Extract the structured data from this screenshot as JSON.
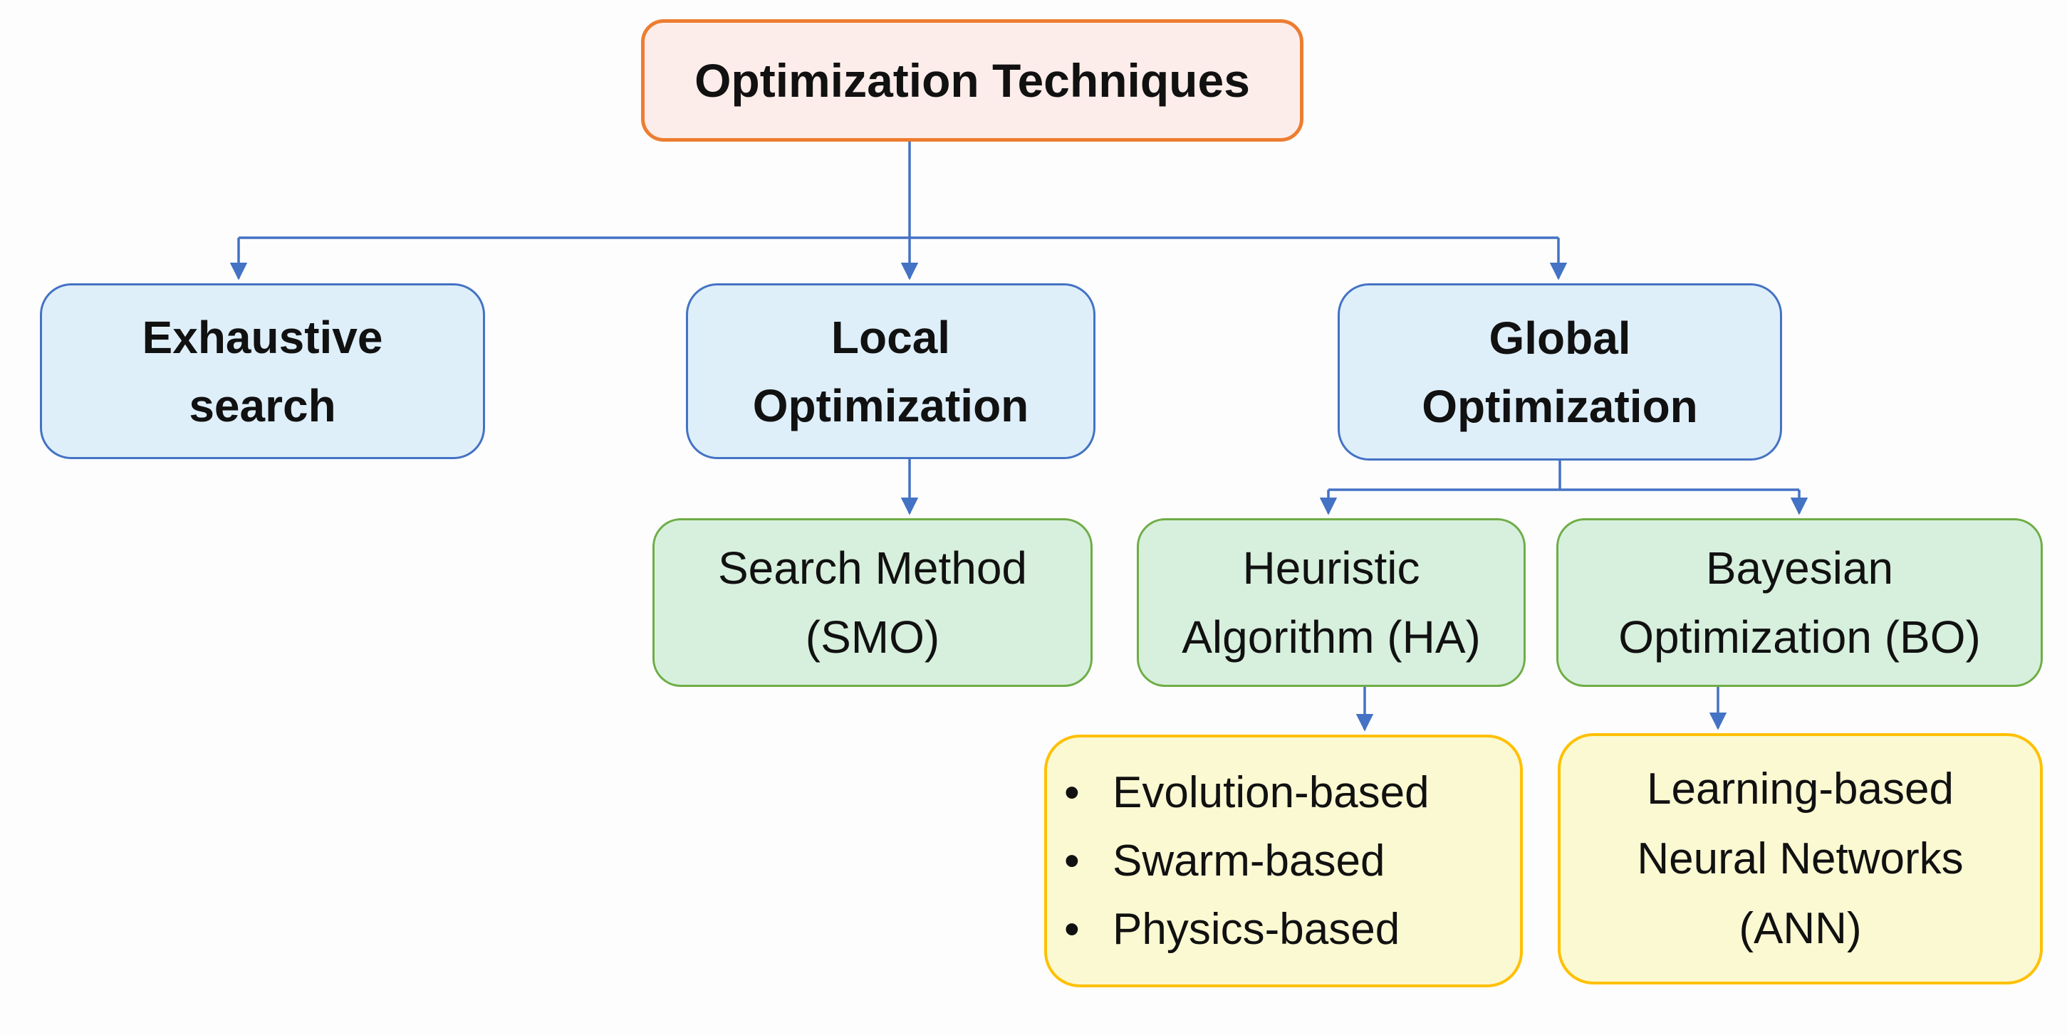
{
  "colors": {
    "background": "#fdfdfd",
    "root-fill": "#fdedea",
    "root-border": "#ed7d31",
    "blue-fill": "#deeffa",
    "blue-border": "#4472c4",
    "green-fill": "#d7f0dd",
    "green-border": "#6fad47",
    "yellow-fill": "#fbf9d2",
    "yellow-border": "#ffc000",
    "connector": "#4472c4",
    "text": "#111111"
  },
  "nodes": {
    "root": {
      "label": "Optimization Techniques"
    },
    "exhaustive": {
      "label": [
        "Exhaustive",
        "search"
      ]
    },
    "local": {
      "label": [
        "Local",
        "Optimization"
      ]
    },
    "global": {
      "label": [
        "Global",
        "Optimization"
      ]
    },
    "smo": {
      "label": [
        "Search Method",
        "(SMO)"
      ]
    },
    "ha": {
      "label": [
        "Heuristic",
        "Algorithm (HA)"
      ]
    },
    "bo": {
      "label": [
        "Bayesian",
        "Optimization (BO)"
      ]
    },
    "ha_list": {
      "items": [
        "Evolution-based",
        "Swarm-based",
        "Physics-based"
      ]
    },
    "ann": {
      "label": [
        "Learning-based",
        "Neural Networks",
        "(ANN)"
      ]
    }
  }
}
